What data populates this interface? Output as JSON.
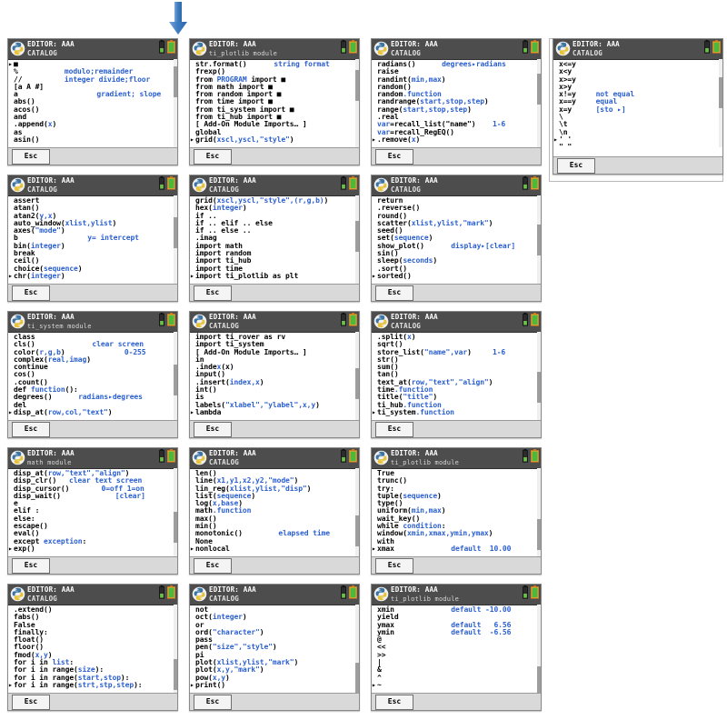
{
  "page": {
    "arrow_icon": "down-arrow-icon",
    "arrow_color": "#3f7ec4",
    "accent_blue": "#2a5fd0",
    "status_bg": "#4d4d4d"
  },
  "softkey_label": "Esc",
  "screens": [
    {
      "id": "catalog-1",
      "title": "EDITOR: AAA",
      "subtitle": "CATALOG",
      "lines": [
        {
          "cursor": true,
          "text": "■"
        },
        {
          "cursor": false,
          "text": "%",
          "hint": "modulo;remainder",
          "hint_col": 11
        },
        {
          "cursor": false,
          "text": "//",
          "hint": "integer divide;floor",
          "hint_col": 11
        },
        {
          "cursor": false,
          "text": "[a A #]"
        },
        {
          "cursor": false,
          "text": "a",
          "hint": "gradient; slope",
          "hint_col": 18
        },
        {
          "cursor": false,
          "text": "abs()"
        },
        {
          "cursor": false,
          "text": "acos()"
        },
        {
          "cursor": false,
          "text": "and"
        },
        {
          "cursor": false,
          "text": ".append(x)",
          "arg": "x"
        },
        {
          "cursor": false,
          "text": "as"
        },
        {
          "cursor": false,
          "text": "asin()"
        }
      ]
    },
    {
      "id": "plotlib-1",
      "title": "EDITOR: AAA",
      "subtitle": "ti_plotlib module",
      "subtitle_small": true,
      "lines": [
        {
          "cursor": false,
          "text": "str.format()",
          "hint": "string format",
          "hint_col": 17
        },
        {
          "cursor": false,
          "text": "frexp()"
        },
        {
          "cursor": false,
          "text": "from PROGRAM import ■",
          "kw": "PROGRAM"
        },
        {
          "cursor": false,
          "text": "from math import ■"
        },
        {
          "cursor": false,
          "text": "from random import ■"
        },
        {
          "cursor": false,
          "text": "from time import ■"
        },
        {
          "cursor": false,
          "text": "from ti_system import ■"
        },
        {
          "cursor": false,
          "text": "from ti_hub import ■"
        },
        {
          "cursor": false,
          "text": "[ Add-On Module Imports… ]"
        },
        {
          "cursor": false,
          "text": "global"
        },
        {
          "cursor": true,
          "text": "grid(xscl,yscl,\"style\")",
          "arg": "xscl,yscl,\"style\""
        }
      ]
    },
    {
      "id": "catalog-2",
      "title": "EDITOR: AAA",
      "subtitle": "CATALOG",
      "lines": [
        {
          "cursor": false,
          "text": "radians()",
          "hint": "degrees▸radians",
          "hint_col": 14
        },
        {
          "cursor": false,
          "text": "raise"
        },
        {
          "cursor": false,
          "text": "randint(min,max)",
          "arg": "min,max"
        },
        {
          "cursor": false,
          "text": "random()"
        },
        {
          "cursor": false,
          "text": "random.function",
          "kw_tail": ".function"
        },
        {
          "cursor": false,
          "text": "randrange(start,stop,step)",
          "arg": "start,stop,step"
        },
        {
          "cursor": false,
          "text": "range(start,stop,step)",
          "arg": "start,stop,step"
        },
        {
          "cursor": false,
          "text": ".real"
        },
        {
          "cursor": false,
          "text": "var=recall_list(\"name\")",
          "blue_lead": true,
          "hint": "1-6",
          "hint_col": 25
        },
        {
          "cursor": false,
          "text": "var=recall_RegEQ()",
          "blue_lead": true
        },
        {
          "cursor": true,
          "text": ".remove(x)",
          "arg": "x"
        }
      ]
    },
    {
      "id": "catalog-3",
      "title": "EDITOR: AAA",
      "subtitle": "CATALOG",
      "tall": true,
      "lines": [
        {
          "cursor": false,
          "text": "x<=y"
        },
        {
          "cursor": false,
          "text": "x<y"
        },
        {
          "cursor": false,
          "text": "x>=y"
        },
        {
          "cursor": false,
          "text": "x>y"
        },
        {
          "cursor": false,
          "text": "x!=y",
          "hint": "not equal",
          "hint_col": 8
        },
        {
          "cursor": false,
          "text": "x==y",
          "hint": "equal",
          "hint_col": 8
        },
        {
          "cursor": false,
          "text": "x=y",
          "hint": "[sto ▸]",
          "hint_col": 8
        },
        {
          "cursor": false,
          "text": "\\"
        },
        {
          "cursor": false,
          "text": "\\t"
        },
        {
          "cursor": false,
          "text": "\\n"
        },
        {
          "cursor": true,
          "text": "' '"
        },
        {
          "cursor": false,
          "text": "\" \""
        }
      ]
    },
    {
      "id": "catalog-4",
      "title": "EDITOR: AAA",
      "subtitle": "CATALOG",
      "lines": [
        {
          "cursor": false,
          "text": "assert"
        },
        {
          "cursor": false,
          "text": "atan()"
        },
        {
          "cursor": false,
          "text": "atan2(y,x)",
          "arg": "y,x"
        },
        {
          "cursor": false,
          "text": "auto_window(xlist,ylist)",
          "arg": "xlist,ylist"
        },
        {
          "cursor": false,
          "text": "axes(\"mode\")",
          "arg": "\"mode\""
        },
        {
          "cursor": false,
          "text": "b",
          "hint": "y= intercept",
          "hint_col": 16
        },
        {
          "cursor": false,
          "text": "bin(integer)",
          "arg": "integer"
        },
        {
          "cursor": false,
          "text": "break"
        },
        {
          "cursor": false,
          "text": "ceil()"
        },
        {
          "cursor": false,
          "text": "choice(sequence)",
          "arg": "sequence"
        },
        {
          "cursor": true,
          "text": "chr(integer)",
          "arg": "integer"
        }
      ]
    },
    {
      "id": "catalog-5",
      "title": "EDITOR: AAA",
      "subtitle": "CATALOG",
      "lines": [
        {
          "cursor": false,
          "text": "grid(xscl,yscl,\"style\",(r,g,b))",
          "arg": "xscl,yscl,\"style\",(r,g,b)"
        },
        {
          "cursor": false,
          "text": "hex(integer)",
          "arg": "integer"
        },
        {
          "cursor": false,
          "text": "if .."
        },
        {
          "cursor": false,
          "text": "if .. elif .. else"
        },
        {
          "cursor": false,
          "text": "if .. else .."
        },
        {
          "cursor": false,
          "text": ".imag"
        },
        {
          "cursor": false,
          "text": "import math"
        },
        {
          "cursor": false,
          "text": "import random"
        },
        {
          "cursor": false,
          "text": "import ti_hub"
        },
        {
          "cursor": false,
          "text": "import time"
        },
        {
          "cursor": true,
          "text": "import ti_plotlib as plt"
        }
      ]
    },
    {
      "id": "catalog-6",
      "title": "EDITOR: AAA",
      "subtitle": "CATALOG",
      "lines": [
        {
          "cursor": false,
          "text": "return"
        },
        {
          "cursor": false,
          "text": ".reverse()"
        },
        {
          "cursor": false,
          "text": "round()"
        },
        {
          "cursor": false,
          "text": "scatter(xlist,ylist,\"mark\")",
          "arg": "xlist,ylist,\"mark\""
        },
        {
          "cursor": false,
          "text": "seed()"
        },
        {
          "cursor": false,
          "text": "set(sequence)",
          "arg": "sequence"
        },
        {
          "cursor": false,
          "text": "show_plot()",
          "hint": "display▸[clear]",
          "hint_col": 16
        },
        {
          "cursor": false,
          "text": "sin()"
        },
        {
          "cursor": false,
          "text": "sleep(seconds)",
          "arg": "seconds"
        },
        {
          "cursor": false,
          "text": ".sort()"
        },
        {
          "cursor": true,
          "text": "sorted()"
        }
      ]
    },
    {
      "id": "tisystem-1",
      "title": "EDITOR: AAA",
      "subtitle": "ti_system module",
      "subtitle_small": true,
      "lines": [
        {
          "cursor": false,
          "text": "class"
        },
        {
          "cursor": false,
          "text": "cls()",
          "hint": "clear screen",
          "hint_col": 17
        },
        {
          "cursor": false,
          "text": "color(r,g,b)",
          "arg": "r,g,b",
          "hint": "0-255",
          "hint_col": 24
        },
        {
          "cursor": false,
          "text": "complex(real,imag)",
          "arg": "real,imag"
        },
        {
          "cursor": false,
          "text": "continue"
        },
        {
          "cursor": false,
          "text": "cos()"
        },
        {
          "cursor": false,
          "text": ".count()"
        },
        {
          "cursor": false,
          "text": "def function():",
          "kw": "function"
        },
        {
          "cursor": false,
          "text": "degrees()",
          "hint": "radians▸degrees",
          "hint_col": 14
        },
        {
          "cursor": false,
          "text": "del"
        },
        {
          "cursor": true,
          "text": "disp_at(row,col,\"text\")",
          "arg": "row,col,\"text\""
        }
      ]
    },
    {
      "id": "catalog-7",
      "title": "EDITOR: AAA",
      "subtitle": "CATALOG",
      "lines": [
        {
          "cursor": false,
          "text": "import ti_rover as rv"
        },
        {
          "cursor": false,
          "text": "import ti_system"
        },
        {
          "cursor": false,
          "text": "[ Add-On Module Imports… ]"
        },
        {
          "cursor": false,
          "text": "in"
        },
        {
          "cursor": false,
          "text": ".index(x)",
          "arg": "x"
        },
        {
          "cursor": false,
          "text": "input()"
        },
        {
          "cursor": false,
          "text": ".insert(index,x)",
          "arg": "index,x"
        },
        {
          "cursor": false,
          "text": "int()"
        },
        {
          "cursor": false,
          "text": "is"
        },
        {
          "cursor": false,
          "text": "labels(\"xlabel\",\"ylabel\",x,y)",
          "arg": "\"xlabel\",\"ylabel\",x,y"
        },
        {
          "cursor": true,
          "text": "lambda"
        }
      ]
    },
    {
      "id": "catalog-8",
      "title": "EDITOR: AAA",
      "subtitle": "CATALOG",
      "lines": [
        {
          "cursor": false,
          "text": ".split(x)",
          "arg": "x"
        },
        {
          "cursor": false,
          "text": "sqrt()"
        },
        {
          "cursor": false,
          "text": "store_list(\"name\",var)",
          "arg": "\"name\",var",
          "hint": "1-6",
          "hint_col": 25
        },
        {
          "cursor": false,
          "text": "str()"
        },
        {
          "cursor": false,
          "text": "sum()"
        },
        {
          "cursor": false,
          "text": "tan()"
        },
        {
          "cursor": false,
          "text": "text_at(row,\"text\",\"align\")",
          "arg": "row,\"text\",\"align\""
        },
        {
          "cursor": false,
          "text": "time.function",
          "kw_tail": ".function"
        },
        {
          "cursor": false,
          "text": "title(\"title\")",
          "arg": "\"title\""
        },
        {
          "cursor": false,
          "text": "ti_hub.function",
          "kw_tail": ".function"
        },
        {
          "cursor": true,
          "text": "ti_system.function",
          "kw_tail": ".function"
        }
      ]
    },
    {
      "id": "math-1",
      "title": "EDITOR: AAA",
      "subtitle": "math module",
      "subtitle_small": true,
      "lines": [
        {
          "cursor": false,
          "text": "disp_at(row,\"text\",\"align\")",
          "arg": "row,\"text\",\"align\""
        },
        {
          "cursor": false,
          "text": "disp_clr()",
          "hint": "clear text screen",
          "hint_col": 12
        },
        {
          "cursor": false,
          "text": "disp_cursor()",
          "hint": "0=off 1=on",
          "hint_col": 19
        },
        {
          "cursor": false,
          "text": "disp_wait()",
          "hint": "[clear]",
          "hint_col": 22
        },
        {
          "cursor": false,
          "text": "e"
        },
        {
          "cursor": false,
          "text": "elif :"
        },
        {
          "cursor": false,
          "text": "else:"
        },
        {
          "cursor": false,
          "text": "escape()"
        },
        {
          "cursor": false,
          "text": "eval()"
        },
        {
          "cursor": false,
          "text": "except exception:",
          "kw": "exception"
        },
        {
          "cursor": true,
          "text": "exp()"
        }
      ]
    },
    {
      "id": "catalog-9",
      "title": "EDITOR: AAA",
      "subtitle": "CATALOG",
      "lines": [
        {
          "cursor": false,
          "text": "len()"
        },
        {
          "cursor": false,
          "text": "line(x1,y1,x2,y2,\"mode\")",
          "arg": "x1,y1,x2,y2,\"mode\""
        },
        {
          "cursor": false,
          "text": "lin_reg(xlist,ylist,\"disp\")",
          "arg": "xlist,ylist,\"disp\""
        },
        {
          "cursor": false,
          "text": "list(sequence)",
          "arg": "sequence"
        },
        {
          "cursor": false,
          "text": "log(x,base)",
          "arg": "x,base"
        },
        {
          "cursor": false,
          "text": "math.function",
          "kw_tail": ".function"
        },
        {
          "cursor": false,
          "text": "max()"
        },
        {
          "cursor": false,
          "text": "min()"
        },
        {
          "cursor": false,
          "text": "monotonic()",
          "hint": "elapsed time",
          "hint_col": 18
        },
        {
          "cursor": false,
          "text": "None"
        },
        {
          "cursor": true,
          "text": "nonlocal"
        }
      ]
    },
    {
      "id": "plotlib-2",
      "title": "EDITOR: AAA",
      "subtitle": "ti_plotlib module",
      "subtitle_small": true,
      "lines": [
        {
          "cursor": false,
          "text": "True"
        },
        {
          "cursor": false,
          "text": "trunc()"
        },
        {
          "cursor": false,
          "text": "try:"
        },
        {
          "cursor": false,
          "text": "tuple(sequence)",
          "arg": "sequence"
        },
        {
          "cursor": false,
          "text": "type()"
        },
        {
          "cursor": false,
          "text": "uniform(min,max)",
          "arg": "min,max"
        },
        {
          "cursor": false,
          "text": "wait_key()"
        },
        {
          "cursor": false,
          "text": "while condition:",
          "kw": "condition"
        },
        {
          "cursor": false,
          "text": "window(xmin,xmax,ymin,ymax)",
          "arg": "xmin,xmax,ymin,ymax"
        },
        {
          "cursor": false,
          "text": "with"
        },
        {
          "cursor": true,
          "text": "xmax",
          "hint": "default  10.00",
          "hint_col": 16
        }
      ]
    },
    {
      "id": "catalog-10",
      "title": "EDITOR: AAA",
      "subtitle": "CATALOG",
      "lines": [
        {
          "cursor": false,
          "text": ".extend()"
        },
        {
          "cursor": false,
          "text": "fabs()"
        },
        {
          "cursor": false,
          "text": "False"
        },
        {
          "cursor": false,
          "text": "finally:"
        },
        {
          "cursor": false,
          "text": "float()"
        },
        {
          "cursor": false,
          "text": "floor()"
        },
        {
          "cursor": false,
          "text": "fmod(x,y)",
          "arg": "x,y"
        },
        {
          "cursor": false,
          "text": "for i in list:",
          "kw": "list"
        },
        {
          "cursor": false,
          "text": "for i in range(size):",
          "arg": "size"
        },
        {
          "cursor": false,
          "text": "for i in range(start,stop):",
          "arg": "start,stop"
        },
        {
          "cursor": true,
          "text": "for i in range(strt,stp,step):",
          "arg": "strt,stp,step"
        }
      ]
    },
    {
      "id": "catalog-11",
      "title": "EDITOR: AAA",
      "subtitle": "CATALOG",
      "lines": [
        {
          "cursor": false,
          "text": "not"
        },
        {
          "cursor": false,
          "text": "oct(integer)",
          "arg": "integer"
        },
        {
          "cursor": false,
          "text": "or"
        },
        {
          "cursor": false,
          "text": "ord(\"character\")",
          "arg": "\"character\""
        },
        {
          "cursor": false,
          "text": "pass"
        },
        {
          "cursor": false,
          "text": "pen(\"size\",\"style\")",
          "arg": "\"size\",\"style\""
        },
        {
          "cursor": false,
          "text": "pi"
        },
        {
          "cursor": false,
          "text": "plot(xlist,ylist,\"mark\")",
          "arg": "xlist,ylist,\"mark\""
        },
        {
          "cursor": false,
          "text": "plot(x,y,\"mark\")",
          "arg": "x,y,\"mark\""
        },
        {
          "cursor": false,
          "text": "pow(x,y)",
          "arg": "x,y"
        },
        {
          "cursor": true,
          "text": "print()"
        }
      ]
    },
    {
      "id": "plotlib-3",
      "title": "EDITOR: AAA",
      "subtitle": "ti_plotlib module",
      "subtitle_small": true,
      "lines": [
        {
          "cursor": false,
          "text": "xmin",
          "hint": "default -10.00",
          "hint_col": 16
        },
        {
          "cursor": false,
          "text": "yield"
        },
        {
          "cursor": false,
          "text": "ymax",
          "hint": "default   6.56",
          "hint_col": 16
        },
        {
          "cursor": false,
          "text": "ymin",
          "hint": "default  -6.56",
          "hint_col": 16
        },
        {
          "cursor": false,
          "text": "@"
        },
        {
          "cursor": false,
          "text": "<<"
        },
        {
          "cursor": false,
          "text": ">>"
        },
        {
          "cursor": false,
          "text": "|"
        },
        {
          "cursor": false,
          "text": "&"
        },
        {
          "cursor": false,
          "text": "^"
        },
        {
          "cursor": true,
          "text": "~"
        }
      ]
    }
  ]
}
